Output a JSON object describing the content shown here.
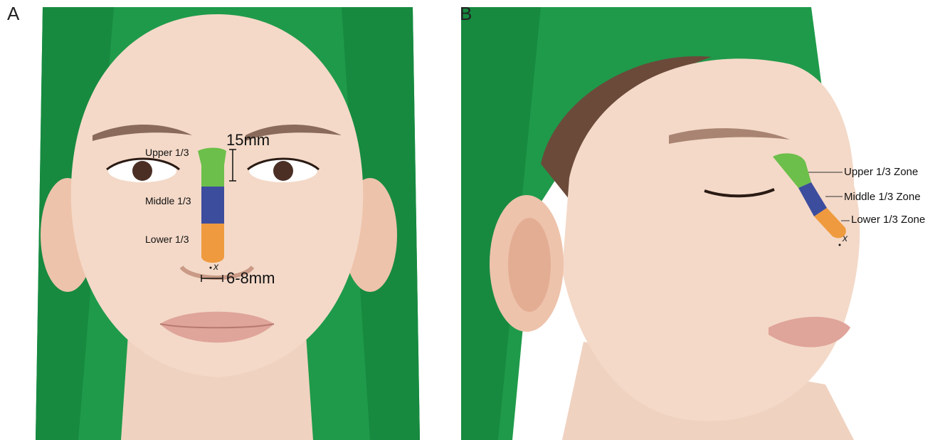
{
  "panels": {
    "a": {
      "letter": "A",
      "labels": {
        "upper": "Upper 1/3",
        "middle": "Middle 1/3",
        "lower": "Lower 1/3"
      },
      "measurements": {
        "upper_length": "15mm",
        "lower_width": "6-8mm"
      },
      "marker": "x"
    },
    "b": {
      "letter": "B",
      "labels": {
        "upper": "Upper 1/3 Zone",
        "middle": "Middle 1/3 Zone",
        "lower": "Lower 1/3 Zone"
      },
      "marker": "x"
    }
  },
  "colors": {
    "cap": "#1f9a4a",
    "cap_dark": "#157a38",
    "skin": "#f4d9c8",
    "skin_shadow": "#e6bba4",
    "upper_zone": "#6cbf4a",
    "middle_zone": "#3d4d9e",
    "lower_zone": "#ef9a3e"
  }
}
